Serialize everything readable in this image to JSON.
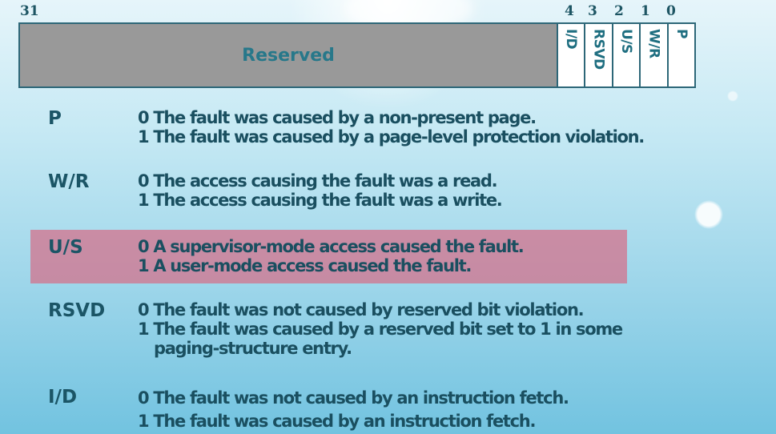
{
  "register": {
    "bit_high": "31",
    "bit_numbers": [
      "4",
      "3",
      "2",
      "1",
      "0"
    ],
    "reserved_label": "Reserved",
    "fields": [
      "I/D",
      "RSVD",
      "U/S",
      "W/R",
      "P"
    ]
  },
  "rows": [
    {
      "name": "P",
      "line0": "0 The fault was caused by a non-present page.",
      "line1": "1 The fault was caused by a page-level protection violation."
    },
    {
      "name": "W/R",
      "line0": "0 The access causing the fault was a read.",
      "line1": "1 The access causing the fault was a write."
    },
    {
      "name": "U/S",
      "line0": "0 A supervisor-mode access caused the fault.",
      "line1": "1 A user-mode access caused the fault."
    },
    {
      "name": "RSVD",
      "line0": "0 The fault was not caused by reserved bit violation.",
      "line1": "1 The fault was caused by a reserved bit set to 1 in some",
      "line2": "paging-structure entry."
    },
    {
      "name": "I/D",
      "line0": "0 The fault was not caused by an instruction fetch.",
      "line1": "1 The fault was caused by an instruction fetch."
    }
  ],
  "highlight_color": "#d66e88"
}
